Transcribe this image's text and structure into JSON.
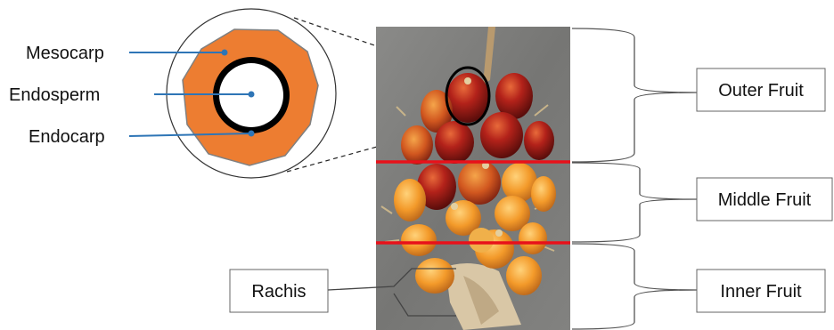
{
  "cross_section": {
    "labels": [
      {
        "key": "mesocarp",
        "text": "Mesocarp"
      },
      {
        "key": "endosperm",
        "text": "Endosperm"
      },
      {
        "key": "endocarp",
        "text": "Endocarp"
      }
    ],
    "colors": {
      "mesocarp": "#ED7D31",
      "endocarp": "#000000",
      "endosperm": "#FFFFFF",
      "pointer": "#2E75B6",
      "outline": "#808080"
    }
  },
  "regions": {
    "outer": "Outer Fruit",
    "middle": "Middle Fruit",
    "inner": "Inner Fruit",
    "divider_color": "#E8111A"
  },
  "rachis": {
    "label": "Rachis"
  },
  "photo": {
    "description_icon": "oil-palm-bunch-photo",
    "background_color": "#7d7d7b"
  }
}
